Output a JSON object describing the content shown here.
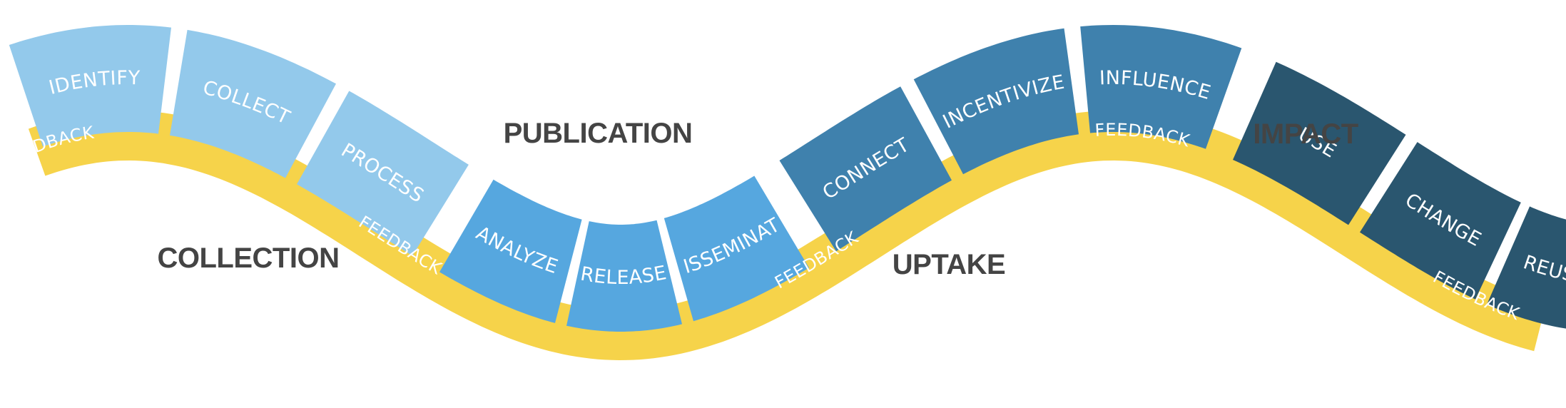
{
  "colors": {
    "band": "#f6d34a",
    "collection": "#93c9eb",
    "publication": "#56a7df",
    "uptake": "#3f81ad",
    "impact": "#2a566f",
    "phase_label": "#444444",
    "stage_label": "#ffffff"
  },
  "phases": [
    {
      "key": "collection",
      "label": "COLLECTION",
      "color": "#93c9eb"
    },
    {
      "key": "publication",
      "label": "PUBLICATION",
      "color": "#56a7df"
    },
    {
      "key": "uptake",
      "label": "UPTAKE",
      "color": "#3f81ad"
    },
    {
      "key": "impact",
      "label": "IMPACT",
      "color": "#2a566f"
    }
  ],
  "stages": [
    {
      "label": "IDENTIFY",
      "phase": "collection"
    },
    {
      "label": "COLLECT",
      "phase": "collection"
    },
    {
      "label": "PROCESS",
      "phase": "collection"
    },
    {
      "label": "ANALYZE",
      "phase": "publication"
    },
    {
      "label": "RELEASE",
      "phase": "publication"
    },
    {
      "label": "DISSEMINATE",
      "phase": "publication"
    },
    {
      "label": "CONNECT",
      "phase": "uptake"
    },
    {
      "label": "INCENTIVIZE",
      "phase": "uptake"
    },
    {
      "label": "INFLUENCE",
      "phase": "uptake"
    },
    {
      "label": "USE",
      "phase": "impact"
    },
    {
      "label": "CHANGE",
      "phase": "impact"
    },
    {
      "label": "REUSE",
      "phase": "impact"
    }
  ],
  "feedback_label": "FEEDBACK"
}
